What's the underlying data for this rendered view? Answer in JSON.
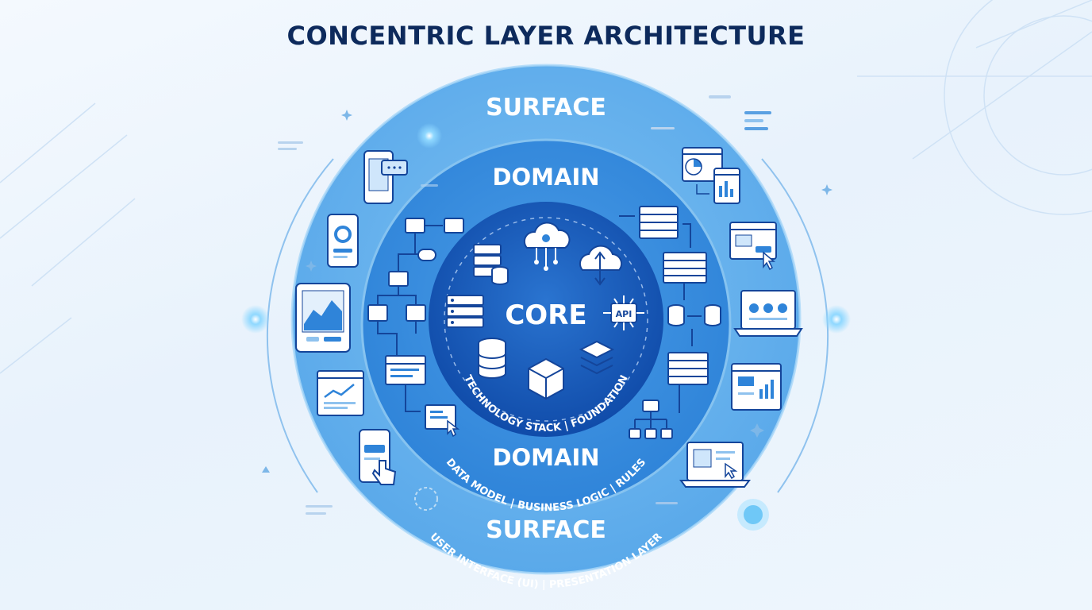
{
  "title": "CONCENTRIC LAYER ARCHITECTURE",
  "layers": {
    "surface": {
      "name": "SURFACE",
      "subtitle": "USER INTERFACE (UI) | PRESENTATION LAYER"
    },
    "domain": {
      "name": "DOMAIN",
      "subtitle": "DATA MODEL | BUSINESS LOGIC | RULES"
    },
    "core": {
      "name": "CORE",
      "subtitle": "TECHNOLOGY STACK | FOUNDATION"
    }
  },
  "icons": {
    "api_label": "API"
  },
  "colors": {
    "title": "#0d2a5c",
    "surface": "#6fb6ee",
    "domain": "#3c8fe0",
    "core": "#1656b8",
    "icon_stroke": "#14459a"
  }
}
